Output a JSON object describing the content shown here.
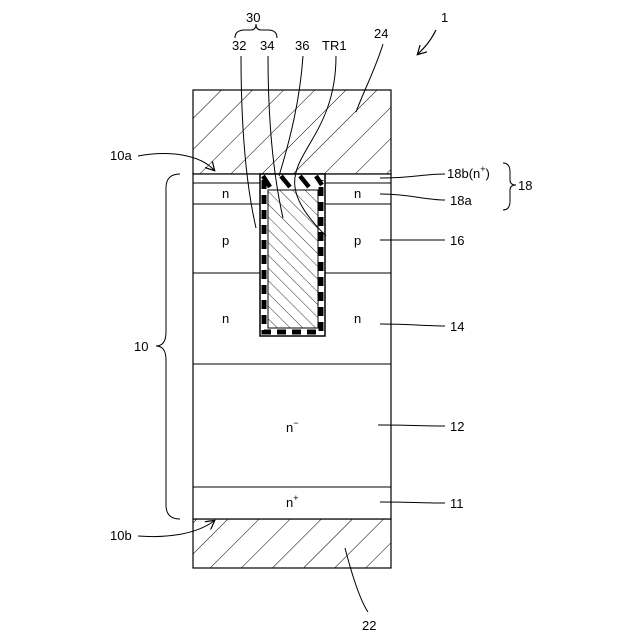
{
  "figure_number": "1",
  "labels": {
    "electrode_top": "24",
    "electrode_bottom": "22",
    "substrate": "10",
    "top_surface": "10a",
    "bottom_surface": "10b",
    "trench_structure": "30",
    "insulator": "32",
    "gate_electrode": "34",
    "interlayer_insulator": "36",
    "trench": "TR1",
    "layer_18b": "18b(n",
    "layer_18b_sup": "+",
    "layer_18b_close": ")",
    "layer_18": "18",
    "layer_18a": "18a",
    "layer_16": "16",
    "layer_14": "14",
    "layer_12": "12",
    "layer_11": "11"
  },
  "regions": {
    "n_left": "n",
    "n_right": "n",
    "p_left": "p",
    "p_right": "p",
    "n_mid_left": "n",
    "n_mid_right": "n",
    "n_minus_base": "n",
    "n_minus_sup": "−",
    "n_plus_base": "n",
    "n_plus_sup": "+"
  }
}
